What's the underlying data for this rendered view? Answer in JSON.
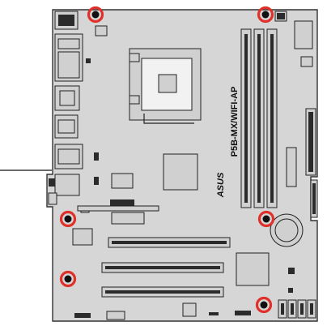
{
  "board": {
    "model_label": "P5B-MX/WIFI-AP",
    "brand_logo": "ASUS"
  },
  "mount_holes": [
    {
      "id": 1,
      "highlight_color": "#e0302a"
    },
    {
      "id": 2,
      "highlight_color": "#e0302a"
    },
    {
      "id": 3,
      "highlight_color": "#e0302a"
    },
    {
      "id": 4,
      "highlight_color": "#e0302a"
    },
    {
      "id": 5,
      "highlight_color": "#e0302a"
    },
    {
      "id": 6,
      "highlight_color": "#e0302a"
    }
  ],
  "colors": {
    "pcb": "#d6d6d6",
    "outline": "#333333",
    "highlight": "#e0302a"
  }
}
